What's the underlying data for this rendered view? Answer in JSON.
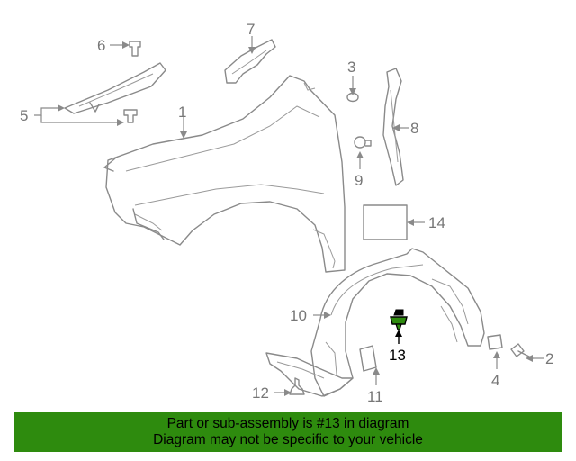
{
  "callouts": {
    "c1": "1",
    "c2": "2",
    "c3": "3",
    "c4": "4",
    "c5": "5",
    "c6": "6",
    "c7": "7",
    "c8": "8",
    "c9": "9",
    "c10": "10",
    "c11": "11",
    "c12": "12",
    "c13": "13",
    "c14": "14"
  },
  "highlight_color": "#2e8b0e",
  "banner": {
    "line1": "Part or sub-assembly is #13 in diagram",
    "line2": "Diagram may not be specific to your vehicle"
  }
}
